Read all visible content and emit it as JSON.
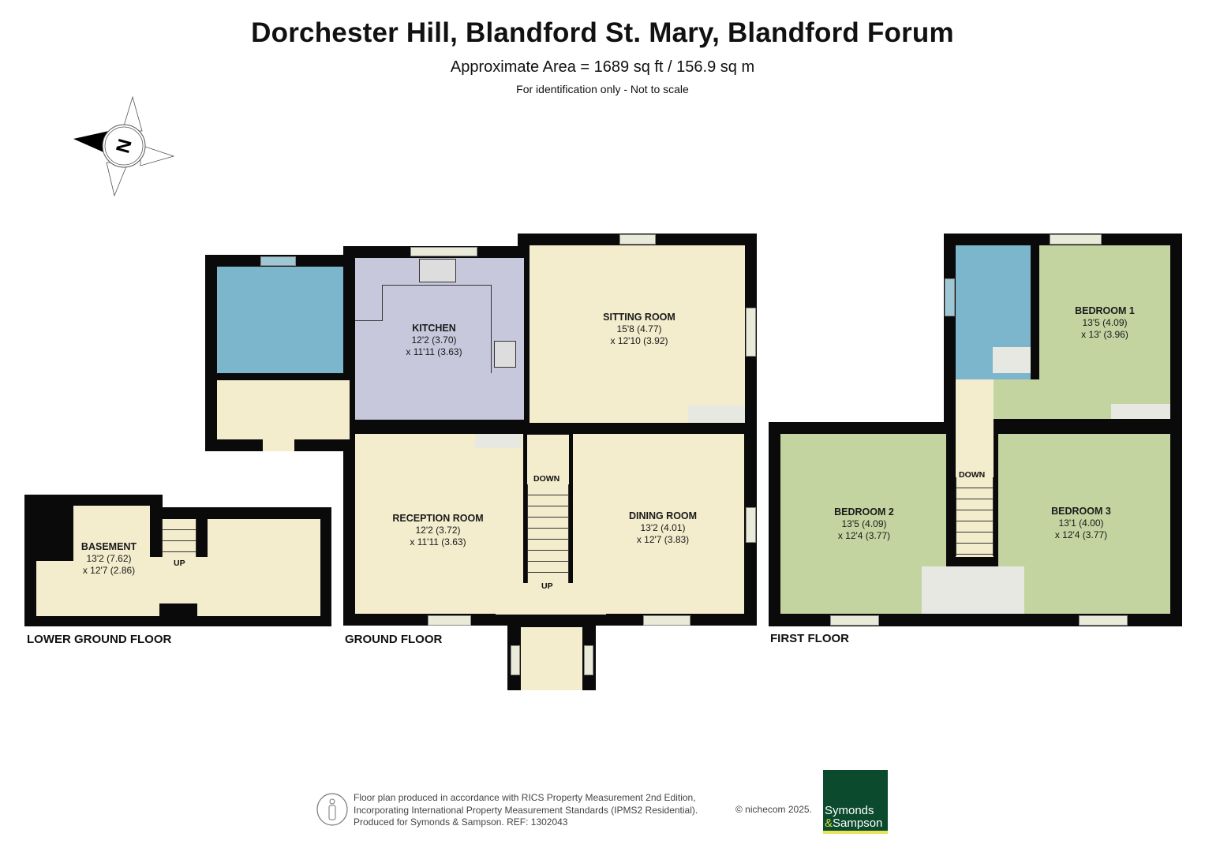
{
  "header": {
    "title": "Dorchester Hill, Blandford St. Mary, Blandford Forum",
    "area": "Approximate Area = 1689 sq ft / 156.9 sq m",
    "disclaimer": "For identification only - Not to scale"
  },
  "compass": {
    "icon": "north-arrow-compass-icon",
    "letter": "N"
  },
  "floors": {
    "lower_ground": {
      "label": "LOWER GROUND FLOOR",
      "rooms": [
        {
          "name": "BASEMENT",
          "dim1": "13'2 (7.62)",
          "dim2": "x 12'7 (2.86)"
        }
      ],
      "stairs_label": "UP"
    },
    "ground": {
      "label": "GROUND FLOOR",
      "rooms": [
        {
          "name": "KITCHEN",
          "dim1": "12'2 (3.70)",
          "dim2": "x 11'11 (3.63)"
        },
        {
          "name": "SITTING ROOM",
          "dim1": "15'8 (4.77)",
          "dim2": "x 12'10 (3.92)"
        },
        {
          "name": "RECEPTION ROOM",
          "dim1": "12'2 (3.72)",
          "dim2": "x 11'11 (3.63)"
        },
        {
          "name": "DINING ROOM",
          "dim1": "13'2 (4.01)",
          "dim2": "x 12'7 (3.83)"
        }
      ],
      "stairs_down": "DOWN",
      "stairs_up": "UP"
    },
    "first": {
      "label": "FIRST FLOOR",
      "rooms": [
        {
          "name": "BEDROOM 1",
          "dim1": "13'5 (4.09)",
          "dim2": "x 13' (3.96)"
        },
        {
          "name": "BEDROOM 2",
          "dim1": "13'5 (4.09)",
          "dim2": "x 12'4 (3.77)"
        },
        {
          "name": "BEDROOM 3",
          "dim1": "13'1 (4.00)",
          "dim2": "x 12'4 (3.77)"
        }
      ],
      "stairs_down": "DOWN"
    }
  },
  "footer": {
    "line1": "Floor plan produced in accordance with RICS Property Measurement 2nd Edition,",
    "line2": "Incorporating International Property Measurement Standards (IPMS2 Residential).",
    "line3": "Produced for Symonds & Sampson.   REF:  1302043",
    "copyright": "© nichecom 2025.",
    "logo_line1": "Symonds",
    "logo_amp": "&",
    "logo_line2": "Sampson",
    "logo_color": "#0b4a2c",
    "logo_accent": "#e7e35a"
  },
  "colors": {
    "cream": "#f3eccd",
    "bathroom_blue": "#7cb6cc",
    "kitchen_lavender": "#c7c8dc",
    "bedroom_green": "#c3d4a1",
    "wall": "#0a0a0a"
  }
}
